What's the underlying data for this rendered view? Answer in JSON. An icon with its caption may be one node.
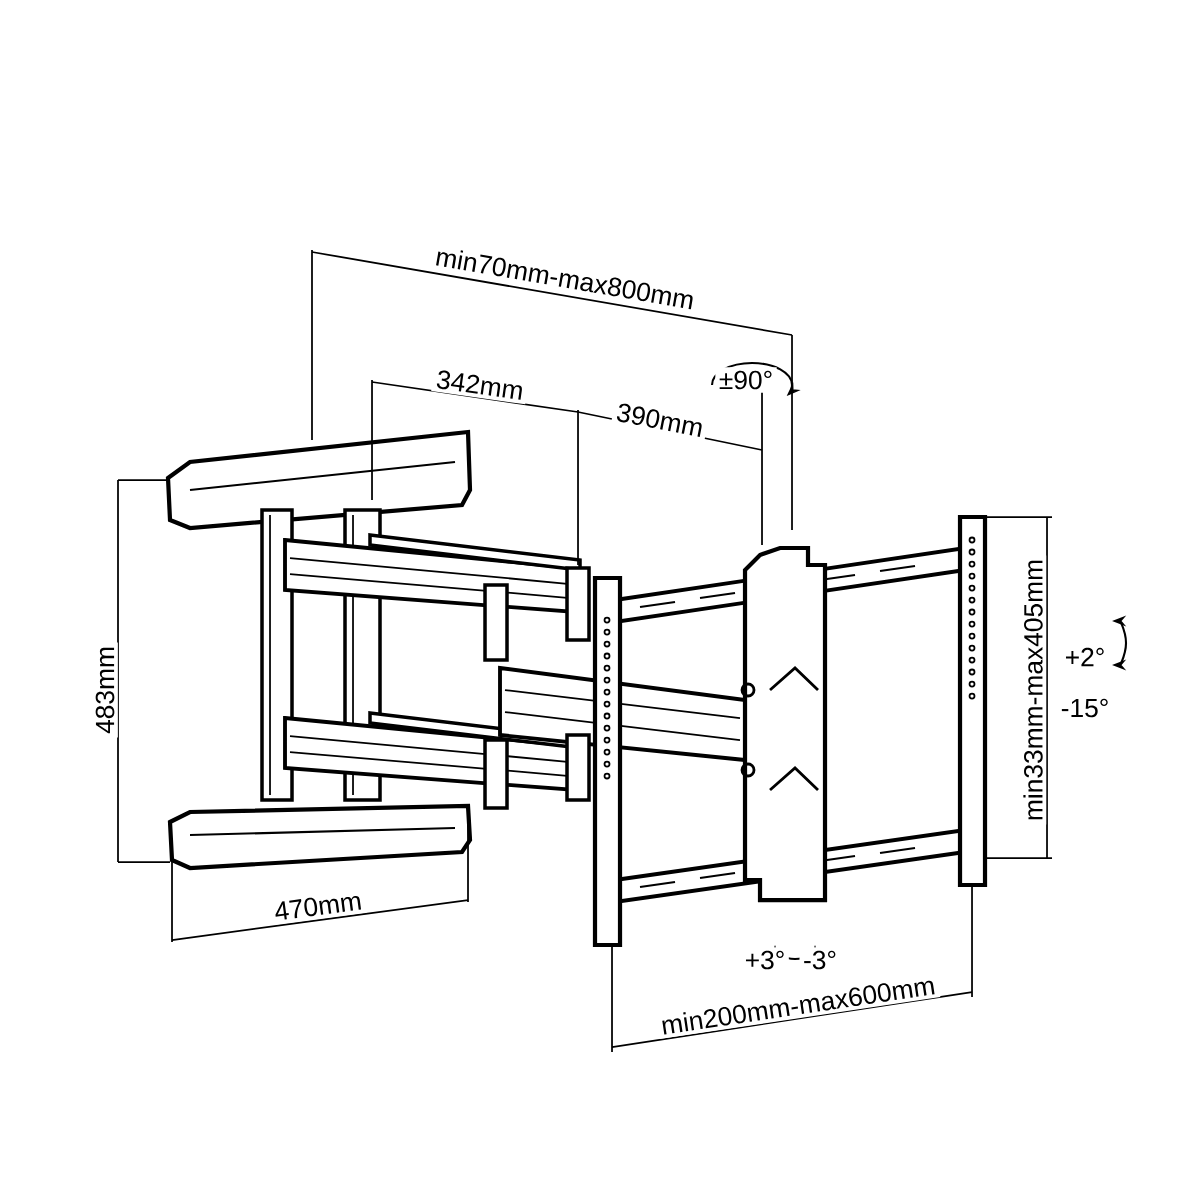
{
  "diagram": {
    "labels": [
      "min70mm-max800mm",
      "±90°",
      "342mm",
      "390mm",
      "483mm",
      "470mm",
      "+2°",
      "-15°",
      "min33mm-max405mm",
      "+3°",
      "-3°",
      "min200mm-max600mm"
    ]
  }
}
